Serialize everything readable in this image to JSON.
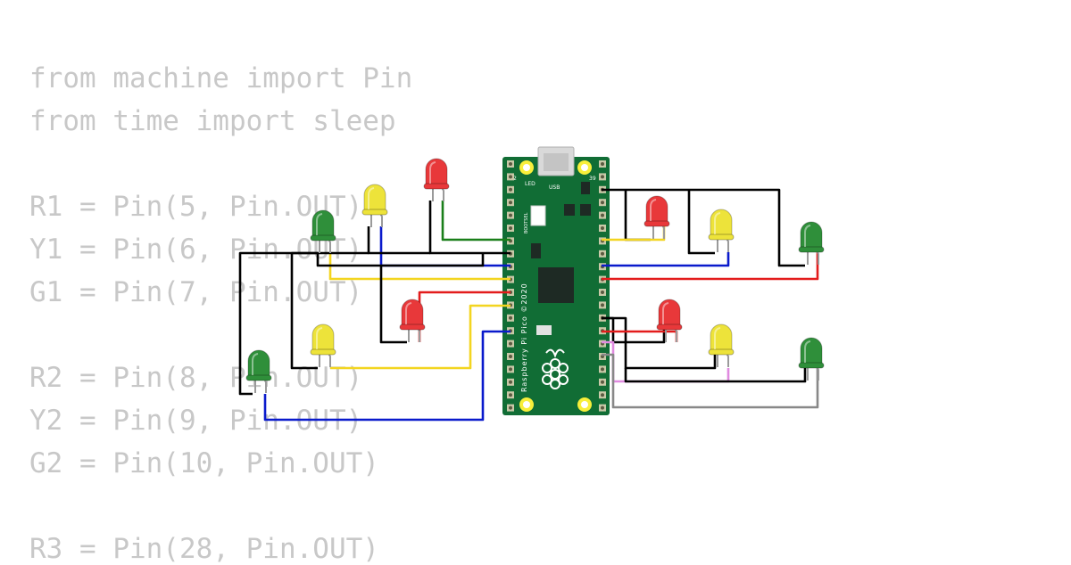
{
  "code_lines": [
    "from machine import Pin",
    "from time import sleep",
    "R1 = Pin(5, Pin.OUT)",
    "Y1 = Pin(6, Pin.OUT)",
    "G1 = Pin(7, Pin.OUT)",
    "R2 = Pin(8, Pin.OUT)",
    "Y2 = Pin(9, Pin.OUT)",
    "G2 = Pin(10, Pin.OUT)",
    "R3 = Pin(28, Pin.OUT)"
  ],
  "board": {
    "silk_brand": "Raspberry Pi Pico ©2020",
    "silk_led": "LED",
    "silk_usb": "USB",
    "silk_bootsel": "BOOTSEL",
    "silk_pin_left": "2",
    "silk_pin_right": "39"
  },
  "colors": {
    "pcb": "#116d35",
    "led_red": "#e8383a",
    "led_yellow": "#ede33a",
    "led_green": "#2f8f3a",
    "wire_black": "#000000",
    "wire_blue": "#0a1acc",
    "wire_yellow": "#f3d520",
    "wire_red": "#e31c1c",
    "wire_green": "#1a7f1a",
    "wire_pink": "#e08ae0",
    "wire_gray": "#888888"
  }
}
